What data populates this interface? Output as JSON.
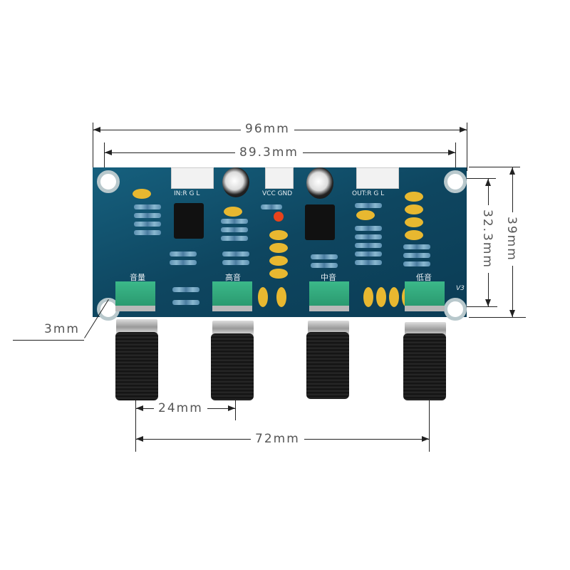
{
  "diagram": {
    "subject": "Tone control PCB board with four potentiometer knobs",
    "dimensions": {
      "overall_width": "96mm",
      "hole_spacing_horizontal": "89.3mm",
      "overall_height": "39mm",
      "hole_spacing_vertical": "32.3mm",
      "mounting_hole_diameter": "3mm",
      "knob_pitch": "24mm",
      "knob_span": "72mm"
    },
    "silkscreen": {
      "input_label": "IN:R  G  L",
      "power_label": "VCC GND",
      "output_label": "OUT:R  G  L",
      "version": "V3",
      "pot_labels": [
        "音量",
        "高音",
        "中音",
        "低音"
      ]
    },
    "colors": {
      "pcb": "#0f4a66",
      "potentiometer": "#2fa679",
      "knob": "#111111",
      "capacitor": "#e8b830",
      "led": "#e8431c",
      "dimension_line": "#222222",
      "dimension_text": "#555555"
    }
  }
}
